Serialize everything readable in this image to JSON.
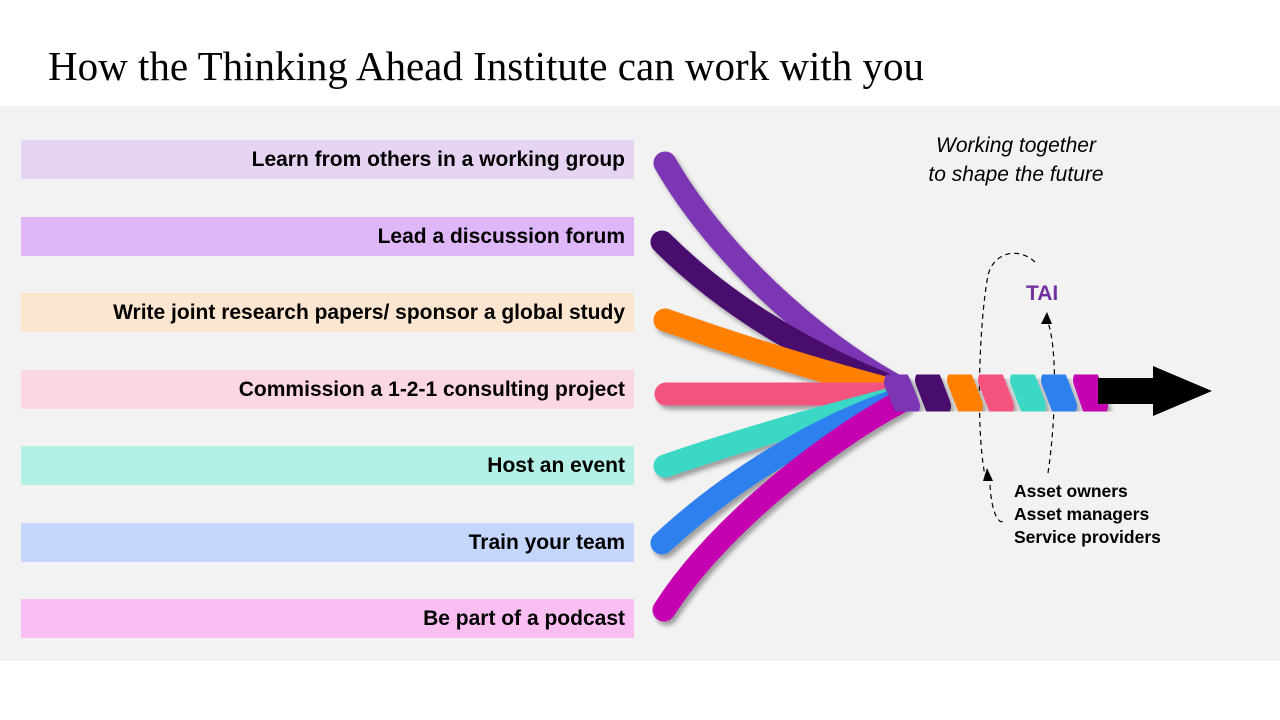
{
  "title": "How the Thinking Ahead Institute can work with you",
  "options": [
    {
      "label": "Learn from others in a working group",
      "bar_color": "#e6d5f2",
      "strand_color": "#7b36b3"
    },
    {
      "label": "Lead a discussion forum",
      "bar_color": "#dfb6f7",
      "strand_color": "#4a0a6e"
    },
    {
      "label": "Write joint research papers/ sponsor a global study",
      "bar_color": "#fde6d0",
      "strand_color": "#ff8000"
    },
    {
      "label": "Commission a 1-2-1 consulting project",
      "bar_color": "#fbd6e3",
      "strand_color": "#f5527f"
    },
    {
      "label": "Host an event",
      "bar_color": "#b3f0e6",
      "strand_color": "#3bd8c5"
    },
    {
      "label": "Train your team",
      "bar_color": "#c4d6fb",
      "strand_color": "#2f80ee"
    },
    {
      "label": "Be part of a podcast",
      "bar_color": "#fbbef2",
      "strand_color": "#c400b0"
    }
  ],
  "tagline": {
    "line1": "Working together",
    "line2": "to shape the future"
  },
  "hub_label": "TAI",
  "hub_label_color": "#7030a0",
  "arrow_color": "#000000",
  "stakeholders": [
    "Asset owners",
    "Asset managers",
    "Service providers"
  ]
}
